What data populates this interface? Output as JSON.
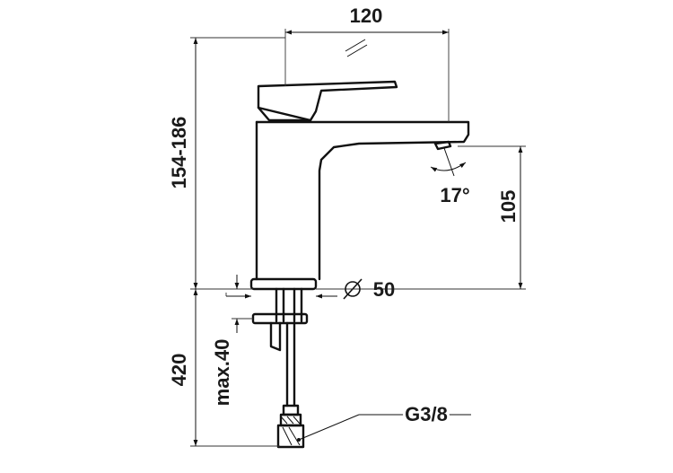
{
  "drawing": {
    "dimensions": {
      "spout_reach": "120",
      "total_height": "154-186",
      "outlet_height": "105",
      "base_diameter": "50",
      "hose_length": "420",
      "max_counter_thickness": "max.40",
      "connection_thread": "G3/8",
      "outlet_angle": "17°"
    }
  }
}
